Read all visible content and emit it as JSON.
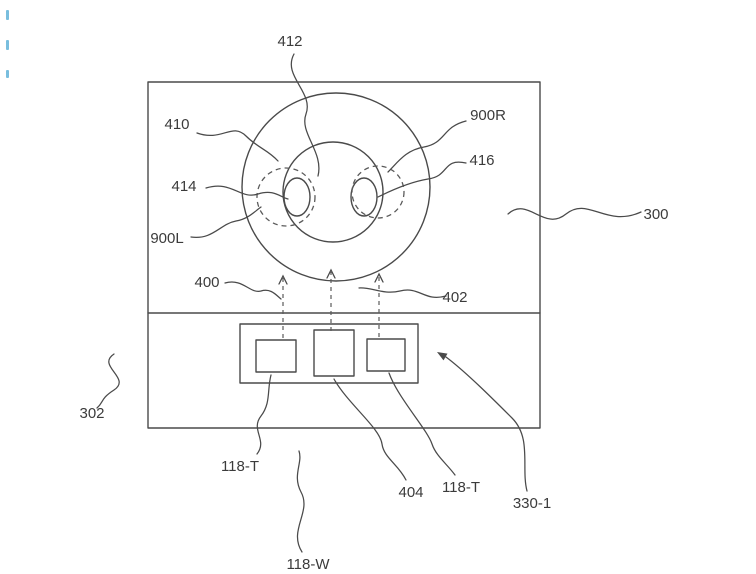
{
  "diagram": {
    "kind": "patent-style line figure of a device with a toroidal head, two eye elements and a sensor bar",
    "colors": {
      "background": "#ffffff",
      "line": "#4a4a4a",
      "text": "#3b3b3b",
      "artifact": "#79bede"
    },
    "labels": {
      "ref412": "412",
      "ref410": "410",
      "ref900R": "900R",
      "ref416": "416",
      "ref414": "414",
      "ref900L": "900L",
      "ref400": "400",
      "ref402": "402",
      "ref300": "300",
      "ref302": "302",
      "ref118T_left": "118-T",
      "ref404": "404",
      "ref118T_right": "118-T",
      "ref330_1": "330-1",
      "ref118W": "118-W"
    }
  }
}
